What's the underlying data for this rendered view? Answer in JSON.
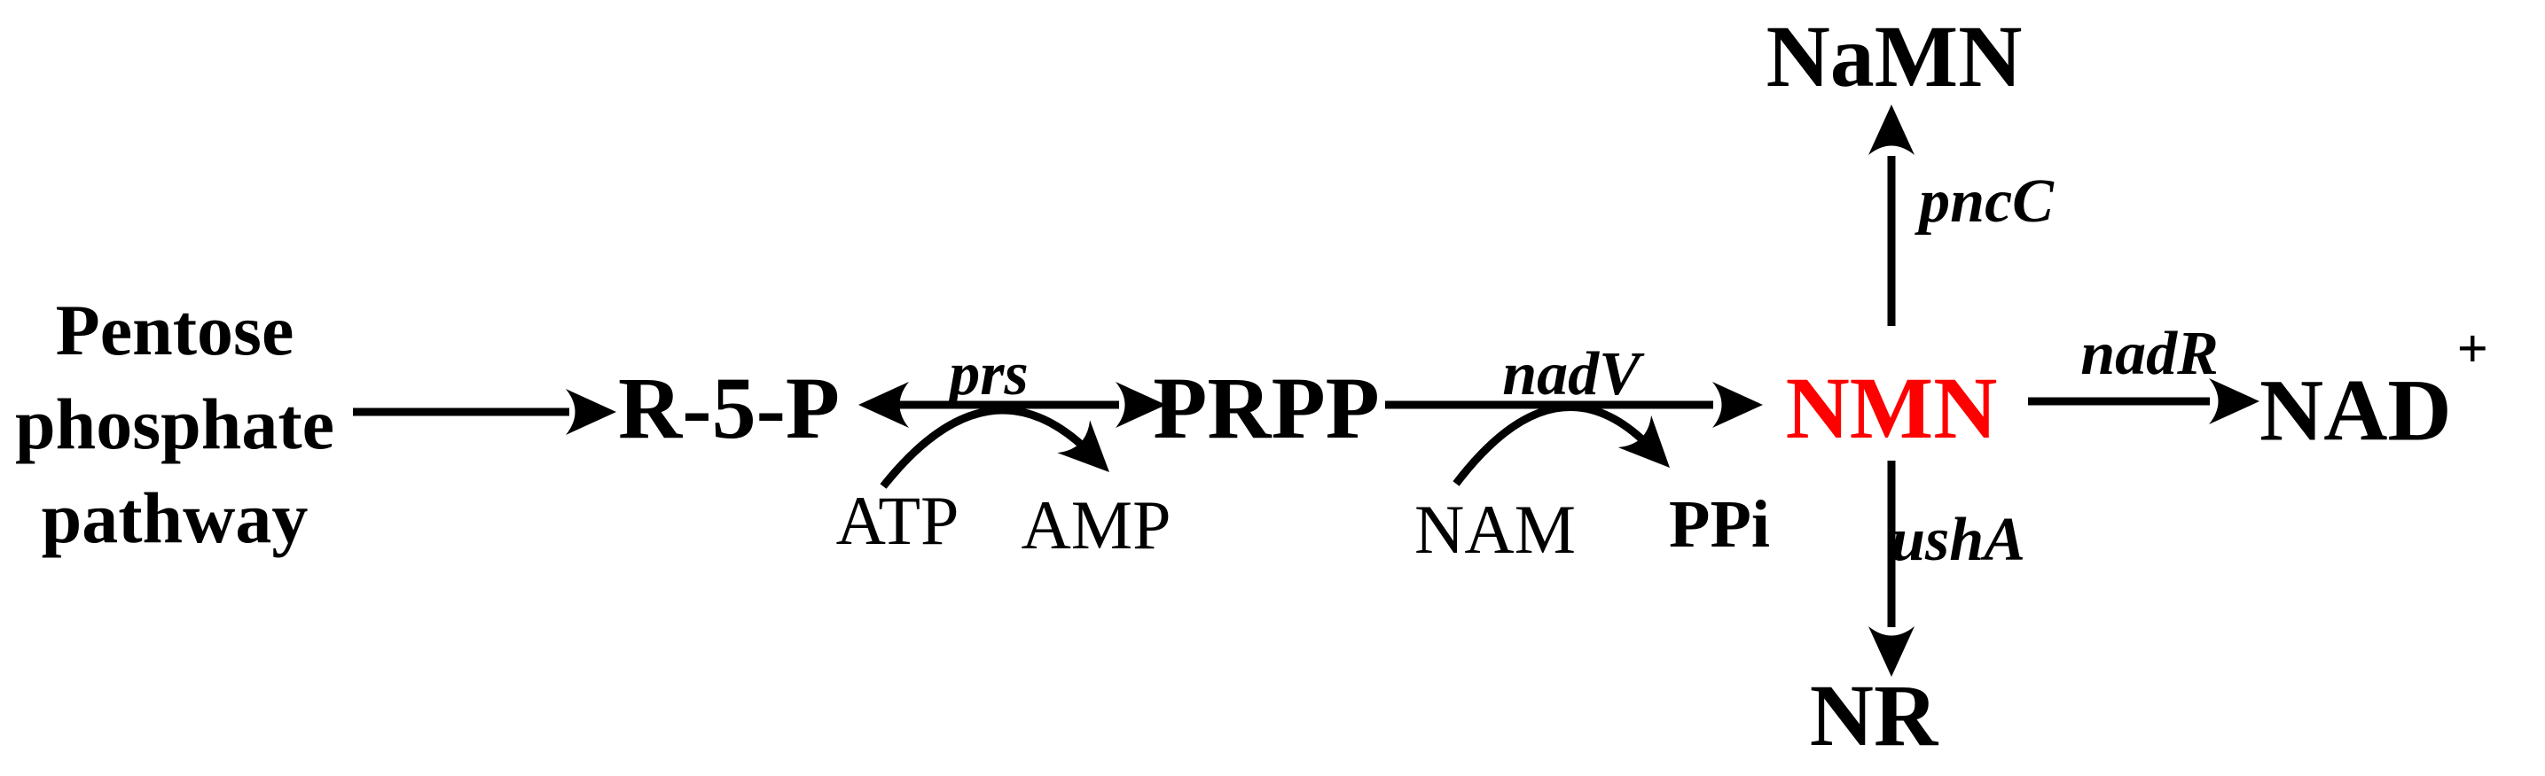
{
  "colors": {
    "background": "#ffffff",
    "text": "#000000",
    "highlight": "#fe0000"
  },
  "nodes": {
    "pentose_pathway": {
      "label": "Pentose phosphate pathway",
      "lines": [
        "Pentose",
        "phosphate",
        "pathway"
      ]
    },
    "r5p": {
      "label": "R-5-P"
    },
    "prpp": {
      "label": "PRPP"
    },
    "nmn": {
      "label": "NMN"
    },
    "nad": {
      "label": "NAD",
      "superscript": "+"
    },
    "namn": {
      "label": "NaMN"
    },
    "nr": {
      "label": "NR"
    },
    "atp": {
      "label": "ATP"
    },
    "amp": {
      "label": "AMP"
    },
    "nam": {
      "label": "NAM"
    },
    "ppi": {
      "label": "PPi"
    }
  },
  "enzymes": {
    "prs": {
      "label": "prs"
    },
    "nadV": {
      "label": "nadV"
    },
    "nadR": {
      "label": "nadR"
    },
    "pncC": {
      "label": "pncC"
    },
    "ushA": {
      "label": "ushA"
    }
  },
  "reactions": [
    {
      "from": "Pentose phosphate pathway",
      "to": "R-5-P",
      "enzyme": "",
      "direction": "right"
    },
    {
      "from": "R-5-P",
      "to": "PRPP",
      "enzyme": "prs",
      "direction": "bidirectional",
      "cofactor_in": "ATP",
      "cofactor_out": "AMP"
    },
    {
      "from": "PRPP",
      "to": "NMN",
      "enzyme": "nadV",
      "direction": "right",
      "cofactor_in": "NAM",
      "cofactor_out": "PPi"
    },
    {
      "from": "NMN",
      "to": "NAD+",
      "enzyme": "nadR",
      "direction": "right"
    },
    {
      "from": "NMN",
      "to": "NaMN",
      "enzyme": "pncC",
      "direction": "up"
    },
    {
      "from": "NMN",
      "to": "NR",
      "enzyme": "ushA",
      "direction": "down"
    }
  ]
}
